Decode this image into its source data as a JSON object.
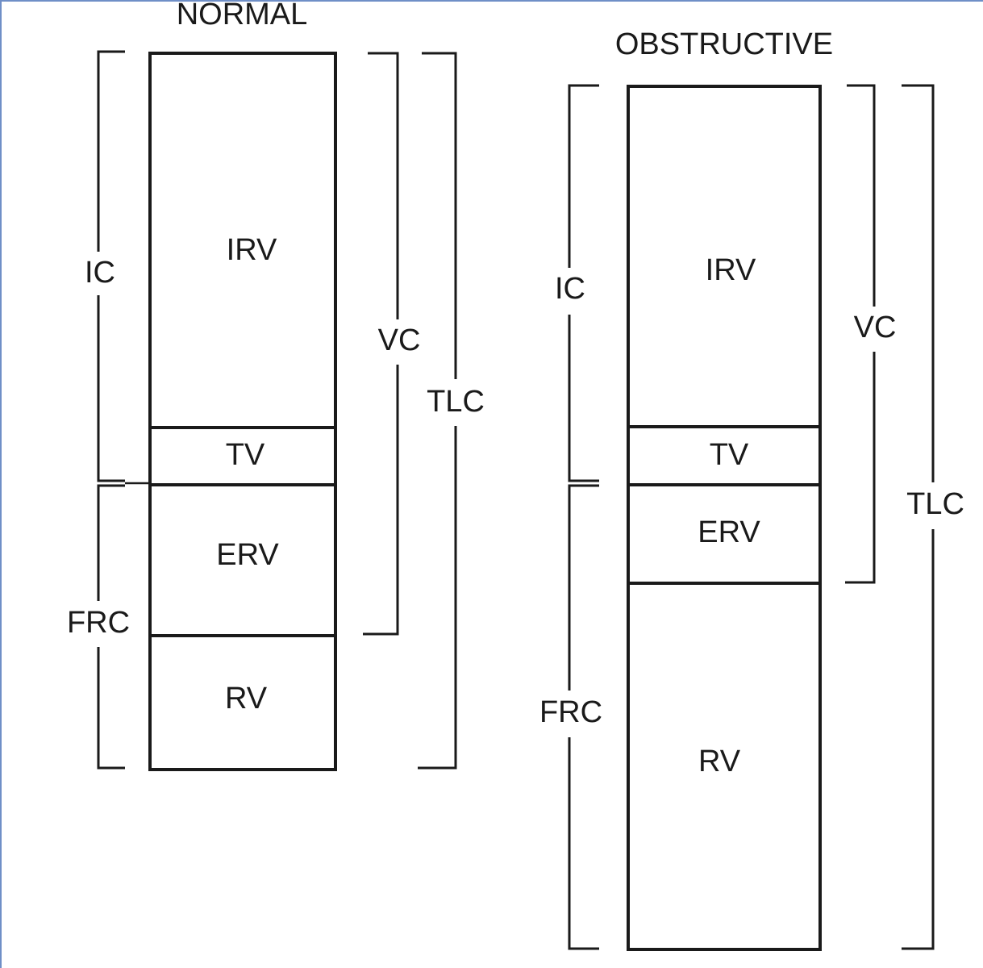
{
  "normal": {
    "title": "NORMAL",
    "segments": {
      "irv": "IRV",
      "tv": "TV",
      "erv": "ERV",
      "rv": "RV"
    },
    "brackets": {
      "ic": "IC",
      "frc": "FRC",
      "vc": "VC",
      "tlc": "TLC"
    }
  },
  "obstructive": {
    "title": "OBSTRUCTIVE",
    "segments": {
      "irv": "IRV",
      "tv": "TV",
      "erv": "ERV",
      "rv": "RV"
    },
    "brackets": {
      "ic": "IC",
      "frc": "FRC",
      "vc": "VC",
      "tlc": "TLC"
    }
  },
  "colors": {
    "ink": "#1a1a1a",
    "frame_edge": "#6f8fc7"
  }
}
